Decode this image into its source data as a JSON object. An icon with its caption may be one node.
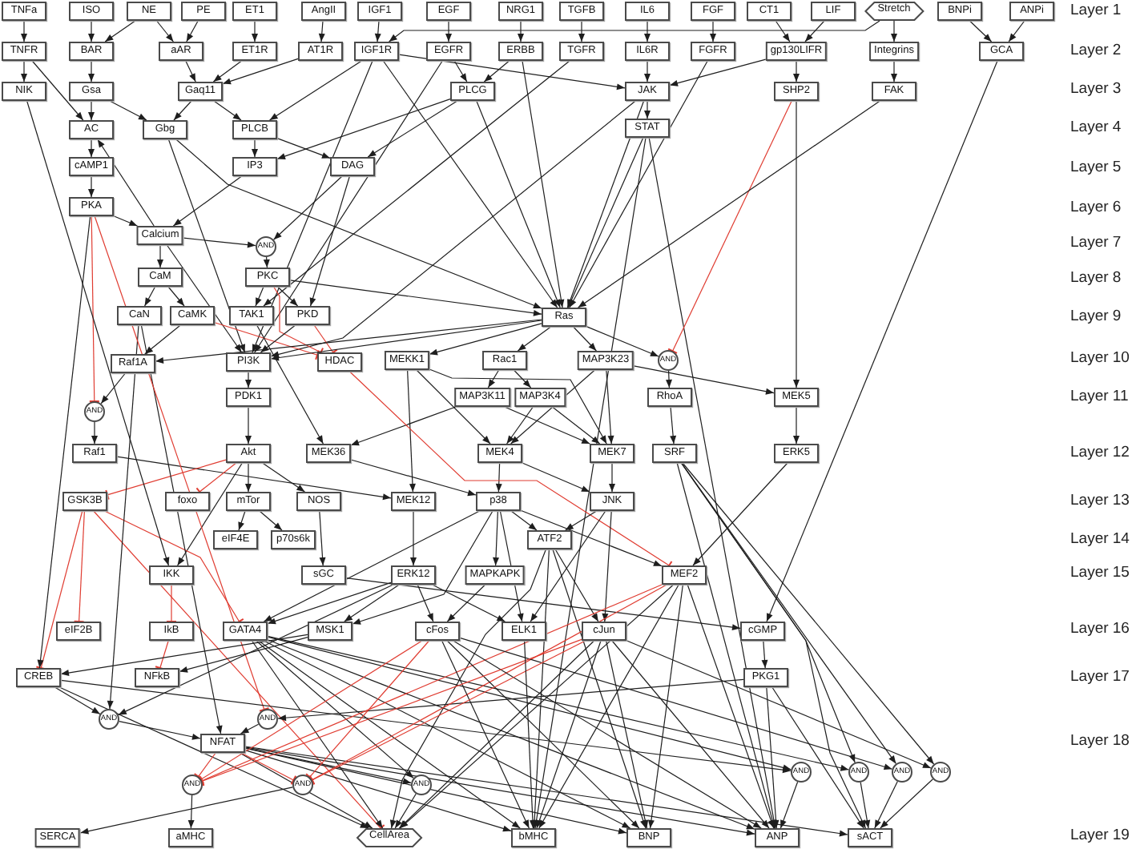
{
  "diagram": {
    "nodes": [
      {
        "text": [
          "TNFa"
        ]
      },
      {
        "text": [
          "ISO"
        ]
      },
      {
        "text": [
          "NE"
        ]
      },
      {
        "text": [
          "PE"
        ]
      },
      {
        "text": [
          "ET1"
        ]
      },
      {
        "text": [
          "AngII"
        ]
      },
      {
        "text": [
          "IGF1"
        ]
      },
      {
        "text": [
          "EGF"
        ]
      },
      {
        "text": [
          "NRG1"
        ]
      },
      {
        "text": [
          "TGFB"
        ]
      },
      {
        "text": [
          "IL6"
        ]
      },
      {
        "text": [
          "FGF"
        ]
      },
      {
        "text": [
          "CT1"
        ]
      },
      {
        "text": [
          "LIF"
        ]
      },
      {
        "text": [
          "Stretch"
        ]
      },
      {
        "text": [
          "BNPi"
        ]
      },
      {
        "text": [
          "ANPi"
        ]
      },
      {
        "text": [
          "TNFR"
        ]
      },
      {
        "text": [
          "BAR"
        ]
      },
      {
        "text": [
          "aAR"
        ]
      },
      {
        "text": [
          "ET1R"
        ]
      },
      {
        "text": [
          "AT1R"
        ]
      },
      {
        "text": [
          "IGF1R"
        ]
      },
      {
        "text": [
          "EGFR"
        ]
      },
      {
        "text": [
          "ERBB"
        ]
      },
      {
        "text": [
          "TGFR"
        ]
      },
      {
        "text": [
          "IL6R"
        ]
      },
      {
        "text": [
          "FGFR"
        ]
      },
      {
        "text": [
          "gp130LIFR"
        ]
      },
      {
        "text": [
          "Integrins"
        ]
      },
      {
        "text": [
          "GCA"
        ]
      },
      {
        "text": [
          "NIK"
        ]
      },
      {
        "text": [
          "Gsa"
        ]
      },
      {
        "text": [
          "Gaq11"
        ]
      },
      {
        "text": [
          "PLCG"
        ]
      },
      {
        "text": [
          "JAK"
        ]
      },
      {
        "text": [
          "SHP2"
        ]
      },
      {
        "text": [
          "FAK"
        ]
      },
      {
        "text": [
          "AC"
        ]
      },
      {
        "text": [
          "Gbg"
        ]
      },
      {
        "text": [
          "PLCB"
        ]
      },
      {
        "text": [
          "STAT"
        ]
      },
      {
        "text": [
          "cAMP1"
        ]
      },
      {
        "text": [
          "IP3"
        ]
      },
      {
        "text": [
          "DAG"
        ]
      },
      {
        "text": [
          "PKA"
        ]
      },
      {
        "text": [
          "Calcium"
        ]
      },
      {
        "text": [
          "AND"
        ]
      },
      {
        "text": [
          "CaM"
        ]
      },
      {
        "text": [
          "PKC"
        ]
      },
      {
        "text": [
          "CaN"
        ]
      },
      {
        "text": [
          "CaMK"
        ]
      },
      {
        "text": [
          "TAK1"
        ]
      },
      {
        "text": [
          "PKD"
        ]
      },
      {
        "text": [
          "Ras"
        ]
      },
      {
        "text": [
          "Raf1A"
        ]
      },
      {
        "text": [
          "PI3K"
        ]
      },
      {
        "text": [
          "HDAC"
        ]
      },
      {
        "text": [
          "MEKK1"
        ]
      },
      {
        "text": [
          "Rac1"
        ]
      },
      {
        "text": [
          "MAP3K23"
        ]
      },
      {
        "text": [
          "AND"
        ]
      },
      {
        "text": [
          "AND"
        ]
      },
      {
        "text": [
          "PDK1"
        ]
      },
      {
        "text": [
          "MAP3K11"
        ]
      },
      {
        "text": [
          "MAP3K4"
        ]
      },
      {
        "text": [
          "RhoA"
        ]
      },
      {
        "text": [
          "MEK5"
        ]
      },
      {
        "text": [
          "Raf1"
        ]
      },
      {
        "text": [
          "Akt"
        ]
      },
      {
        "text": [
          "MEK36"
        ]
      },
      {
        "text": [
          "MEK4"
        ]
      },
      {
        "text": [
          "MEK7"
        ]
      },
      {
        "text": [
          "SRF"
        ]
      },
      {
        "text": [
          "ERK5"
        ]
      },
      {
        "text": [
          "GSK3B"
        ]
      },
      {
        "text": [
          "foxo"
        ]
      },
      {
        "text": [
          "mTor"
        ]
      },
      {
        "text": [
          "NOS"
        ]
      },
      {
        "text": [
          "MEK12"
        ]
      },
      {
        "text": [
          "p38"
        ]
      },
      {
        "text": [
          "JNK"
        ]
      },
      {
        "text": [
          "eIF4E"
        ]
      },
      {
        "text": [
          "p70s6k"
        ]
      },
      {
        "text": [
          "ATF2"
        ]
      },
      {
        "text": [
          "IKK"
        ]
      },
      {
        "text": [
          "sGC"
        ]
      },
      {
        "text": [
          "ERK12"
        ]
      },
      {
        "text": [
          "MAPKAPK"
        ]
      },
      {
        "text": [
          "MEF2"
        ]
      },
      {
        "text": [
          "eIF2B"
        ]
      },
      {
        "text": [
          "IkB"
        ]
      },
      {
        "text": [
          "GATA4"
        ]
      },
      {
        "text": [
          "MSK1"
        ]
      },
      {
        "text": [
          "cFos"
        ]
      },
      {
        "text": [
          "ELK1"
        ]
      },
      {
        "text": [
          "cJun"
        ]
      },
      {
        "text": [
          "cGMP"
        ]
      },
      {
        "text": [
          "CREB"
        ]
      },
      {
        "text": [
          "NFkB"
        ]
      },
      {
        "text": [
          "PKG1"
        ]
      },
      {
        "text": [
          "AND"
        ]
      },
      {
        "text": [
          "AND"
        ]
      },
      {
        "text": [
          "NFAT"
        ]
      },
      {
        "text": [
          "AND"
        ]
      },
      {
        "text": [
          "AND"
        ]
      },
      {
        "text": [
          "AND"
        ]
      },
      {
        "text": [
          "AND"
        ]
      },
      {
        "text": [
          "AND"
        ]
      },
      {
        "text": [
          "AND"
        ]
      },
      {
        "text": [
          "AND"
        ]
      },
      {
        "text": [
          "SERCA"
        ]
      },
      {
        "text": [
          "aMHC"
        ]
      },
      {
        "text": [
          "CellArea"
        ]
      },
      {
        "text": [
          "bMHC"
        ]
      },
      {
        "text": [
          "BNP"
        ]
      },
      {
        "text": [
          "ANP"
        ]
      },
      {
        "text": [
          "sACT"
        ]
      }
    ],
    "edges": [
      {
        "from": 0,
        "to": 17,
        "arrow": "to"
      },
      {
        "from": 1,
        "to": 18,
        "arrow": "to"
      },
      {
        "from": 2,
        "to": 18,
        "arrow": "to"
      },
      {
        "from": 2,
        "to": 19,
        "arrow": "to"
      },
      {
        "from": 3,
        "to": 19,
        "arrow": "to"
      },
      {
        "from": 4,
        "to": 20,
        "arrow": "to"
      },
      {
        "from": 5,
        "to": 21,
        "arrow": "to"
      },
      {
        "from": 6,
        "to": 22,
        "arrow": "to"
      },
      {
        "from": 7,
        "to": 23,
        "arrow": "to"
      },
      {
        "from": 8,
        "to": 24,
        "arrow": "to"
      },
      {
        "from": 9,
        "to": 25,
        "arrow": "to"
      },
      {
        "from": 10,
        "to": 26,
        "arrow": "to"
      },
      {
        "from": 11,
        "to": 27,
        "arrow": "to"
      },
      {
        "from": 12,
        "to": 28,
        "arrow": "to"
      },
      {
        "from": 13,
        "to": 28,
        "arrow": "to"
      },
      {
        "from": 14,
        "to": 29,
        "arrow": "to"
      },
      {
        "from": 14,
        "to": 22,
        "arrow": "to"
      },
      {
        "from": 15,
        "to": 30,
        "arrow": "to"
      },
      {
        "from": 16,
        "to": 30,
        "arrow": "to"
      },
      {
        "from": 17,
        "to": 31,
        "arrow": "to"
      },
      {
        "from": 17,
        "to": 38,
        "arrow": "to"
      },
      {
        "from": 18,
        "to": 32,
        "arrow": "to"
      },
      {
        "from": 32,
        "to": 38,
        "arrow": "to"
      },
      {
        "from": 32,
        "to": 39,
        "arrow": "to"
      },
      {
        "from": 19,
        "to": 33,
        "arrow": "to"
      },
      {
        "from": 20,
        "to": 33,
        "arrow": "to"
      },
      {
        "from": 21,
        "to": 33,
        "arrow": "to"
      },
      {
        "from": 33,
        "to": 39,
        "arrow": "to"
      },
      {
        "from": 33,
        "to": 40,
        "arrow": "to"
      },
      {
        "from": 22,
        "to": 40,
        "arrow": "to"
      },
      {
        "from": 22,
        "to": 56,
        "arrow": "to"
      },
      {
        "from": 22,
        "to": 54,
        "arrow": "to"
      },
      {
        "from": 22,
        "to": 35,
        "arrow": "to"
      },
      {
        "from": 23,
        "to": 34,
        "arrow": "to"
      },
      {
        "from": 23,
        "to": 56,
        "arrow": "to"
      },
      {
        "from": 24,
        "to": 34,
        "arrow": "to"
      },
      {
        "from": 24,
        "to": 54,
        "arrow": "to"
      },
      {
        "from": 25,
        "to": 52,
        "arrow": "to"
      },
      {
        "from": 26,
        "to": 35,
        "arrow": "to"
      },
      {
        "from": 27,
        "to": 54,
        "arrow": "to"
      },
      {
        "from": 28,
        "to": 35,
        "arrow": "to"
      },
      {
        "from": 28,
        "to": 36,
        "arrow": "to"
      },
      {
        "from": 29,
        "to": 37,
        "arrow": "to"
      },
      {
        "from": 35,
        "to": 41,
        "arrow": "to"
      },
      {
        "from": 35,
        "to": 56,
        "arrow": "to"
      },
      {
        "from": 35,
        "to": 54,
        "arrow": "to"
      },
      {
        "from": 41,
        "to": 54,
        "arrow": "to"
      },
      {
        "from": 41,
        "to": 114,
        "arrow": "to"
      },
      {
        "from": 41,
        "to": 116,
        "arrow": "to"
      },
      {
        "from": 36,
        "to": 61,
        "arrow": "other",
        "color": "#e03c31"
      },
      {
        "from": 36,
        "to": 67,
        "arrow": "to"
      },
      {
        "from": 37,
        "to": 54,
        "arrow": "to"
      },
      {
        "from": 30,
        "to": 97,
        "arrow": "to"
      },
      {
        "from": 34,
        "to": 43,
        "arrow": "to"
      },
      {
        "from": 34,
        "to": 44,
        "arrow": "to"
      },
      {
        "from": 34,
        "to": 54,
        "arrow": "to"
      },
      {
        "from": 39,
        "to": 56,
        "arrow": "to"
      },
      {
        "from": 39,
        "to": 54,
        "arrow": "to"
      },
      {
        "from": 40,
        "to": 43,
        "arrow": "to"
      },
      {
        "from": 40,
        "to": 44,
        "arrow": "to"
      },
      {
        "from": 43,
        "to": 46,
        "arrow": "to"
      },
      {
        "from": 45,
        "to": 46,
        "arrow": "to"
      },
      {
        "from": 46,
        "to": 38,
        "arrow": "to"
      },
      {
        "from": 38,
        "to": 42,
        "arrow": "to"
      },
      {
        "from": 42,
        "to": 45,
        "arrow": "to"
      },
      {
        "from": 46,
        "to": 47,
        "arrow": "to"
      },
      {
        "from": 44,
        "to": 47,
        "arrow": "to"
      },
      {
        "from": 47,
        "to": 49,
        "arrow": "to"
      },
      {
        "from": 46,
        "to": 48,
        "arrow": "to"
      },
      {
        "from": 46,
        "to": 56,
        "arrow": "to"
      },
      {
        "from": 48,
        "to": 50,
        "arrow": "to"
      },
      {
        "from": 48,
        "to": 51,
        "arrow": "to"
      },
      {
        "from": 49,
        "to": 52,
        "arrow": "to"
      },
      {
        "from": 49,
        "to": 53,
        "arrow": "to"
      },
      {
        "from": 49,
        "to": 54,
        "arrow": "to"
      },
      {
        "from": 49,
        "to": 57,
        "arrow": "other",
        "color": "#e03c31"
      },
      {
        "from": 53,
        "to": 57,
        "arrow": "other",
        "color": "#e03c31"
      },
      {
        "from": 51,
        "to": 57,
        "arrow": "other",
        "color": "#e03c31"
      },
      {
        "from": 51,
        "to": 55,
        "arrow": "to"
      },
      {
        "from": 44,
        "to": 53,
        "arrow": "to"
      },
      {
        "from": 53,
        "to": 56,
        "arrow": "to"
      },
      {
        "from": 52,
        "to": 70,
        "arrow": "to"
      },
      {
        "from": 54,
        "to": 55,
        "arrow": "to"
      },
      {
        "from": 54,
        "to": 56,
        "arrow": "to"
      },
      {
        "from": 54,
        "to": 58,
        "arrow": "to"
      },
      {
        "from": 54,
        "to": 59,
        "arrow": "to"
      },
      {
        "from": 54,
        "to": 60,
        "arrow": "to"
      },
      {
        "from": 54,
        "to": 61,
        "arrow": "to"
      },
      {
        "from": 61,
        "to": 66,
        "arrow": "to"
      },
      {
        "from": 66,
        "to": 73,
        "arrow": "to"
      },
      {
        "from": 60,
        "to": 67,
        "arrow": "to"
      },
      {
        "from": 67,
        "to": 74,
        "arrow": "to"
      },
      {
        "from": 74,
        "to": 89,
        "arrow": "to"
      },
      {
        "from": 59,
        "to": 64,
        "arrow": "to"
      },
      {
        "from": 59,
        "to": 65,
        "arrow": "to"
      },
      {
        "from": 58,
        "to": 71,
        "arrow": "to"
      },
      {
        "from": 58,
        "to": 72,
        "arrow": "to"
      },
      {
        "from": 60,
        "to": 71,
        "arrow": "to"
      },
      {
        "from": 60,
        "to": 72,
        "arrow": "to"
      },
      {
        "from": 64,
        "to": 72,
        "arrow": "to"
      },
      {
        "from": 65,
        "to": 71,
        "arrow": "to"
      },
      {
        "from": 65,
        "to": 72,
        "arrow": "to"
      },
      {
        "from": 64,
        "to": 70,
        "arrow": "to"
      },
      {
        "from": 56,
        "to": 63,
        "arrow": "to"
      },
      {
        "from": 63,
        "to": 69,
        "arrow": "to"
      },
      {
        "from": 55,
        "to": 62,
        "arrow": "to"
      },
      {
        "from": 45,
        "to": 62,
        "arrow": "other",
        "color": "#e03c31"
      },
      {
        "from": 62,
        "to": 68,
        "arrow": "to"
      },
      {
        "from": 68,
        "to": 79,
        "arrow": "to"
      },
      {
        "from": 58,
        "to": 79,
        "arrow": "to"
      },
      {
        "from": 70,
        "to": 80,
        "arrow": "to"
      },
      {
        "from": 71,
        "to": 80,
        "arrow": "to"
      },
      {
        "from": 71,
        "to": 81,
        "arrow": "to"
      },
      {
        "from": 72,
        "to": 81,
        "arrow": "to"
      },
      {
        "from": 57,
        "to": 89,
        "arrow": "other",
        "color": "#e03c31"
      },
      {
        "from": 79,
        "to": 87,
        "arrow": "to"
      },
      {
        "from": 69,
        "to": 75,
        "arrow": "other",
        "color": "#e03c31"
      },
      {
        "from": 69,
        "to": 76,
        "arrow": "other",
        "color": "#e03c31"
      },
      {
        "from": 69,
        "to": 77,
        "arrow": "to"
      },
      {
        "from": 69,
        "to": 78,
        "arrow": "to"
      },
      {
        "from": 69,
        "to": 85,
        "arrow": "to"
      },
      {
        "from": 77,
        "to": 82,
        "arrow": "to"
      },
      {
        "from": 77,
        "to": 83,
        "arrow": "to"
      },
      {
        "from": 78,
        "to": 86,
        "arrow": "to"
      },
      {
        "from": 86,
        "to": 97,
        "arrow": "to"
      },
      {
        "from": 97,
        "to": 100,
        "arrow": "to"
      },
      {
        "from": 75,
        "to": 90,
        "arrow": "other",
        "color": "#e03c31"
      },
      {
        "from": 75,
        "to": 98,
        "arrow": "other",
        "color": "#e03c31"
      },
      {
        "from": 75,
        "to": 92,
        "arrow": "other",
        "color": "#e03c31"
      },
      {
        "from": 75,
        "to": 113,
        "arrow": "other",
        "color": "#e03c31"
      },
      {
        "from": 85,
        "to": 91,
        "arrow": "other",
        "color": "#e03c31"
      },
      {
        "from": 91,
        "to": 99,
        "arrow": "other",
        "color": "#e03c31"
      },
      {
        "from": 31,
        "to": 85,
        "arrow": "to"
      },
      {
        "from": 50,
        "to": 103,
        "arrow": "to"
      },
      {
        "from": 50,
        "to": 101,
        "arrow": "to"
      },
      {
        "from": 101,
        "to": 103,
        "arrow": "to"
      },
      {
        "from": 102,
        "to": 103,
        "arrow": "to"
      },
      {
        "from": 45,
        "to": 102,
        "arrow": "other",
        "color": "#e03c31"
      },
      {
        "from": 100,
        "to": 102,
        "arrow": "to"
      },
      {
        "from": 87,
        "to": 101,
        "arrow": "to"
      },
      {
        "from": 45,
        "to": 98,
        "arrow": "to"
      },
      {
        "from": 87,
        "to": 92,
        "arrow": "to"
      },
      {
        "from": 87,
        "to": 93,
        "arrow": "to"
      },
      {
        "from": 87,
        "to": 94,
        "arrow": "to"
      },
      {
        "from": 87,
        "to": 95,
        "arrow": "to"
      },
      {
        "from": 80,
        "to": 84,
        "arrow": "to"
      },
      {
        "from": 80,
        "to": 88,
        "arrow": "to"
      },
      {
        "from": 80,
        "to": 89,
        "arrow": "to"
      },
      {
        "from": 80,
        "to": 92,
        "arrow": "to"
      },
      {
        "from": 80,
        "to": 93,
        "arrow": "to"
      },
      {
        "from": 80,
        "to": 95,
        "arrow": "to"
      },
      {
        "from": 81,
        "to": 84,
        "arrow": "to"
      },
      {
        "from": 81,
        "to": 96,
        "arrow": "to"
      },
      {
        "from": 81,
        "to": 95,
        "arrow": "to"
      },
      {
        "from": 84,
        "to": 96,
        "arrow": "to"
      },
      {
        "from": 84,
        "to": 114,
        "arrow": "to"
      },
      {
        "from": 84,
        "to": 115,
        "arrow": "to"
      },
      {
        "from": 84,
        "to": 113,
        "arrow": "to"
      },
      {
        "from": 88,
        "to": 94,
        "arrow": "to"
      },
      {
        "from": 93,
        "to": 98,
        "arrow": "to"
      },
      {
        "from": 93,
        "to": 99,
        "arrow": "to"
      },
      {
        "from": 98,
        "to": 101,
        "arrow": "to"
      },
      {
        "from": 98,
        "to": 113,
        "arrow": "to"
      },
      {
        "from": 98,
        "to": 107,
        "arrow": "to"
      },
      {
        "from": 103,
        "to": 113,
        "arrow": "to"
      },
      {
        "from": 103,
        "to": 114,
        "arrow": "to"
      },
      {
        "from": 103,
        "to": 115,
        "arrow": "to"
      },
      {
        "from": 103,
        "to": 116,
        "arrow": "to"
      },
      {
        "from": 103,
        "to": 106,
        "arrow": "to"
      },
      {
        "from": 103,
        "to": 117,
        "arrow": "to"
      },
      {
        "from": 103,
        "to": 104,
        "arrow": "other",
        "color": "#e03c31"
      },
      {
        "from": 103,
        "to": 105,
        "arrow": "other",
        "color": "#e03c31"
      },
      {
        "from": 104,
        "to": 112,
        "arrow": "to"
      },
      {
        "from": 105,
        "to": 111,
        "arrow": "to"
      },
      {
        "from": 106,
        "to": 113,
        "arrow": "to"
      },
      {
        "from": 92,
        "to": 106,
        "arrow": "to"
      },
      {
        "from": 92,
        "to": 113,
        "arrow": "to"
      },
      {
        "from": 92,
        "to": 114,
        "arrow": "to"
      },
      {
        "from": 92,
        "to": 115,
        "arrow": "to"
      },
      {
        "from": 92,
        "to": 116,
        "arrow": "to"
      },
      {
        "from": 92,
        "to": 107,
        "arrow": "to"
      },
      {
        "from": 92,
        "to": 108,
        "arrow": "to"
      },
      {
        "from": 89,
        "to": 114,
        "arrow": "to"
      },
      {
        "from": 89,
        "to": 115,
        "arrow": "to"
      },
      {
        "from": 89,
        "to": 116,
        "arrow": "to"
      },
      {
        "from": 89,
        "to": 113,
        "arrow": "to"
      },
      {
        "from": 89,
        "to": 104,
        "arrow": "other",
        "color": "#e03c31"
      },
      {
        "from": 89,
        "to": 105,
        "arrow": "other",
        "color": "#e03c31"
      },
      {
        "from": 94,
        "to": 114,
        "arrow": "to"
      },
      {
        "from": 94,
        "to": 115,
        "arrow": "to"
      },
      {
        "from": 94,
        "to": 116,
        "arrow": "to"
      },
      {
        "from": 94,
        "to": 109,
        "arrow": "to"
      },
      {
        "from": 94,
        "to": 104,
        "arrow": "other",
        "color": "#e03c31"
      },
      {
        "from": 94,
        "to": 105,
        "arrow": "other",
        "color": "#e03c31"
      },
      {
        "from": 96,
        "to": 114,
        "arrow": "to"
      },
      {
        "from": 96,
        "to": 115,
        "arrow": "to"
      },
      {
        "from": 96,
        "to": 116,
        "arrow": "to"
      },
      {
        "from": 96,
        "to": 113,
        "arrow": "to"
      },
      {
        "from": 96,
        "to": 110,
        "arrow": "to"
      },
      {
        "from": 96,
        "to": 104,
        "arrow": "other",
        "color": "#e03c31"
      },
      {
        "from": 96,
        "to": 105,
        "arrow": "other",
        "color": "#e03c31"
      },
      {
        "from": 95,
        "to": 114,
        "arrow": "to"
      },
      {
        "from": 73,
        "to": 108,
        "arrow": "to"
      },
      {
        "from": 73,
        "to": 109,
        "arrow": "to"
      },
      {
        "from": 73,
        "to": 110,
        "arrow": "to"
      },
      {
        "from": 73,
        "to": 116,
        "arrow": "to"
      },
      {
        "from": 73,
        "to": 117,
        "arrow": "to"
      },
      {
        "from": 107,
        "to": 116,
        "arrow": "to"
      },
      {
        "from": 108,
        "to": 117,
        "arrow": "to"
      },
      {
        "from": 109,
        "to": 117,
        "arrow": "to"
      },
      {
        "from": 110,
        "to": 117,
        "arrow": "to"
      },
      {
        "from": 100,
        "to": 117,
        "arrow": "to"
      },
      {
        "from": 100,
        "to": 116,
        "arrow": "to"
      }
    ],
    "labels": [
      "Layer 1",
      "Layer 2",
      "Layer 3",
      "Layer 4",
      "Layer 5",
      "Layer 6",
      "Layer 7",
      "Layer 8",
      "Layer 9",
      "Layer 10",
      "Layer 11",
      "Layer 12",
      "Layer 13",
      "Layer 14",
      "Layer 15",
      "Layer 16",
      "Layer 17",
      "Layer 18",
      "Layer 19"
    ]
  }
}
